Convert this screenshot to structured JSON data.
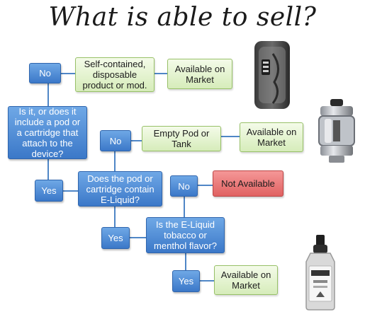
{
  "title": "What is able to sell?",
  "nodes": {
    "no_1": "No",
    "self_contained": "Self-contained, disposable product or mod.",
    "available_1": "Available on Market",
    "question_pod": "Is it, or does it include a pod or a cartridge that attach to the device?",
    "no_2": "No",
    "empty_pod": "Empty Pod or Tank",
    "available_2": "Available on Market",
    "yes_1": "Yes",
    "question_eliquid": "Does the pod or cartridge contain E-Liquid?",
    "no_3": "No",
    "not_available": "Not Available",
    "yes_2": "Yes",
    "question_flavor": "Is the E-Liquid tobacco or menthol flavor?",
    "yes_3": "Yes",
    "available_3": "Available on Market"
  },
  "products": {
    "mod": "mod-device-image",
    "tank": "tank-image",
    "bottle": "eliquid-bottle-image"
  },
  "colors": {
    "decision": "#4a86d4",
    "available": "#dcefc4",
    "not_available": "#e87070",
    "connector": "#4f86c6"
  }
}
